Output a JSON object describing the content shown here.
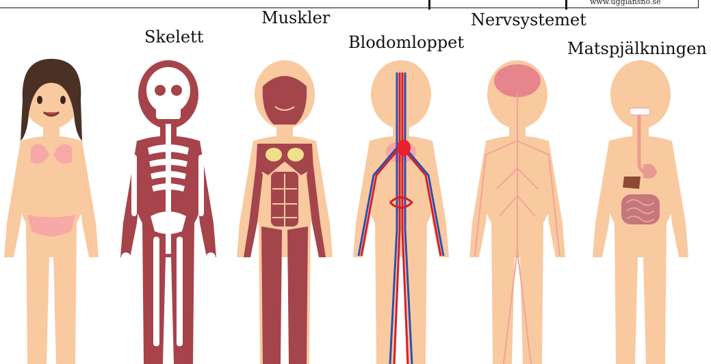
{
  "header": {
    "url": "www.ugglansno.se"
  },
  "labels": {
    "skelett": "Skelett",
    "muskler": "Muskler",
    "blodomloppet": "Blodomloppet",
    "nervsystemet": "Nervsystemet",
    "matspjalkningen": "Matspjälkningen"
  },
  "colors": {
    "skin": "#f9c9a0",
    "skin_dark": "#f1b27e",
    "hair": "#4a3025",
    "bikini": "#f6a9a6",
    "bone_red": "#a7434a",
    "muscle_red": "#a3454b",
    "vein_blue": "#2a4fb0",
    "artery_red": "#d41f2b",
    "nerve": "#f3a39a",
    "brain": "#e7858d"
  }
}
